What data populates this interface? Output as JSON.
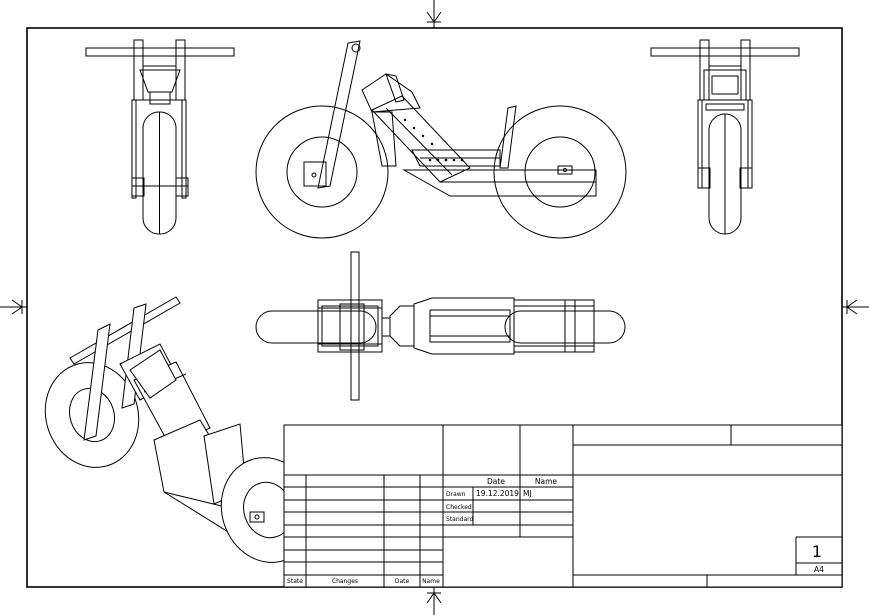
{
  "title_block": {
    "headers": {
      "date": "Date",
      "name": "Name"
    },
    "rows": [
      {
        "label": "Drawn",
        "date": "19.12.2019",
        "name": "MJ"
      },
      {
        "label": "Checked",
        "date": "",
        "name": ""
      },
      {
        "label": "Standard",
        "date": "",
        "name": ""
      }
    ],
    "revision_headers": {
      "state": "State",
      "changes": "Changes",
      "date": "Date",
      "name": "Name"
    },
    "sheet_number": "1",
    "paper_size": "A4"
  }
}
